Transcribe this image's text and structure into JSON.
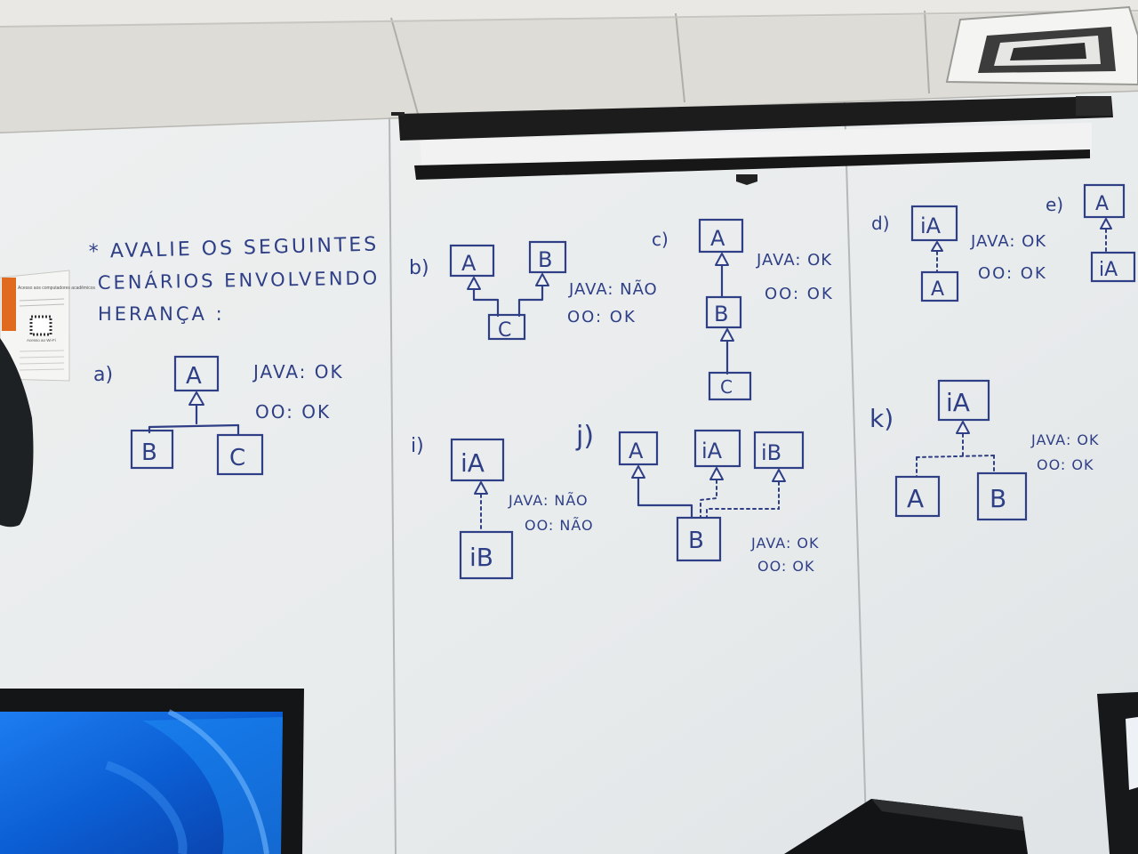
{
  "intro": {
    "line1": "* AVALIE OS SEGUINTES",
    "line2": "CENÁRIOS ENVOLVENDO",
    "line3": "HERANÇA :"
  },
  "sign": {
    "title": "Acesso aos computadores acadêmicos",
    "wifi": "Acesso ao Wi-Fi"
  },
  "scenarios": {
    "a": {
      "label": "a)",
      "java": "JAVA: OK",
      "oo": "OO: OK",
      "boxes": [
        "A",
        "B",
        "C"
      ]
    },
    "b": {
      "label": "b)",
      "java": "JAVA: NÃO",
      "oo": "OO: OK",
      "boxes": [
        "A",
        "B",
        "C"
      ]
    },
    "c": {
      "label": "c)",
      "java": "JAVA: OK",
      "oo": "OO: OK",
      "boxes": [
        "A",
        "B",
        "C"
      ]
    },
    "d": {
      "label": "d)",
      "java": "JAVA: OK",
      "oo": "OO: OK",
      "boxes": [
        "iA",
        "A"
      ]
    },
    "e": {
      "label": "e)",
      "boxes": [
        "A",
        "iA"
      ]
    },
    "i": {
      "label": "i)",
      "java": "JAVA: NÃO",
      "oo": "OO: NÃO",
      "boxes": [
        "iA",
        "iB"
      ]
    },
    "j": {
      "label": "j)",
      "java": "JAVA: OK",
      "oo": "OO: OK",
      "boxes": [
        "A",
        "iA",
        "iB",
        "B"
      ]
    },
    "k": {
      "label": "k)",
      "java": "JAVA: OK",
      "oo": "OO: OK",
      "boxes": [
        "iA",
        "A",
        "B"
      ]
    }
  },
  "colors": {
    "marker": "#2f3f86",
    "whiteboard": "#ecefef",
    "ceiling": "#dcdcd8",
    "screen_blue": "#0a5fd6"
  }
}
